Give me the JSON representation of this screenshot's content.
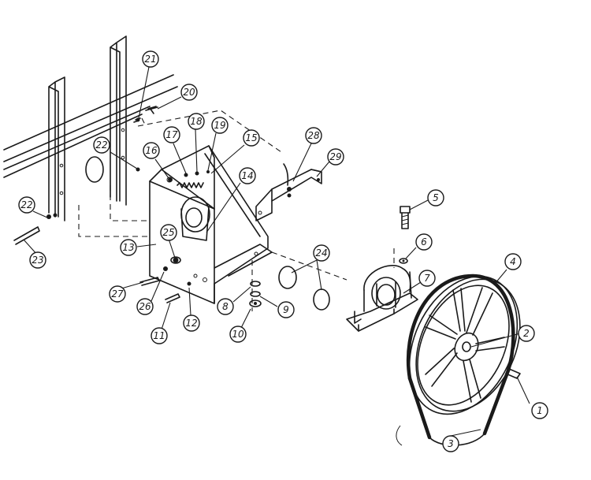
{
  "callouts": [
    {
      "label": "1"
    },
    {
      "label": "2"
    },
    {
      "label": "3"
    },
    {
      "label": "4"
    },
    {
      "label": "5"
    },
    {
      "label": "6"
    },
    {
      "label": "7"
    },
    {
      "label": "8"
    },
    {
      "label": "9"
    },
    {
      "label": "10"
    },
    {
      "label": "11"
    },
    {
      "label": "12"
    },
    {
      "label": "13"
    },
    {
      "label": "14"
    },
    {
      "label": "15"
    },
    {
      "label": "16"
    },
    {
      "label": "17"
    },
    {
      "label": "18"
    },
    {
      "label": "19"
    },
    {
      "label": "20"
    },
    {
      "label": "21"
    },
    {
      "label": "22"
    },
    {
      "label": "22"
    },
    {
      "label": "23"
    },
    {
      "label": "24"
    },
    {
      "label": "25"
    },
    {
      "label": "26"
    },
    {
      "label": "27"
    },
    {
      "label": "28"
    },
    {
      "label": "29"
    }
  ]
}
